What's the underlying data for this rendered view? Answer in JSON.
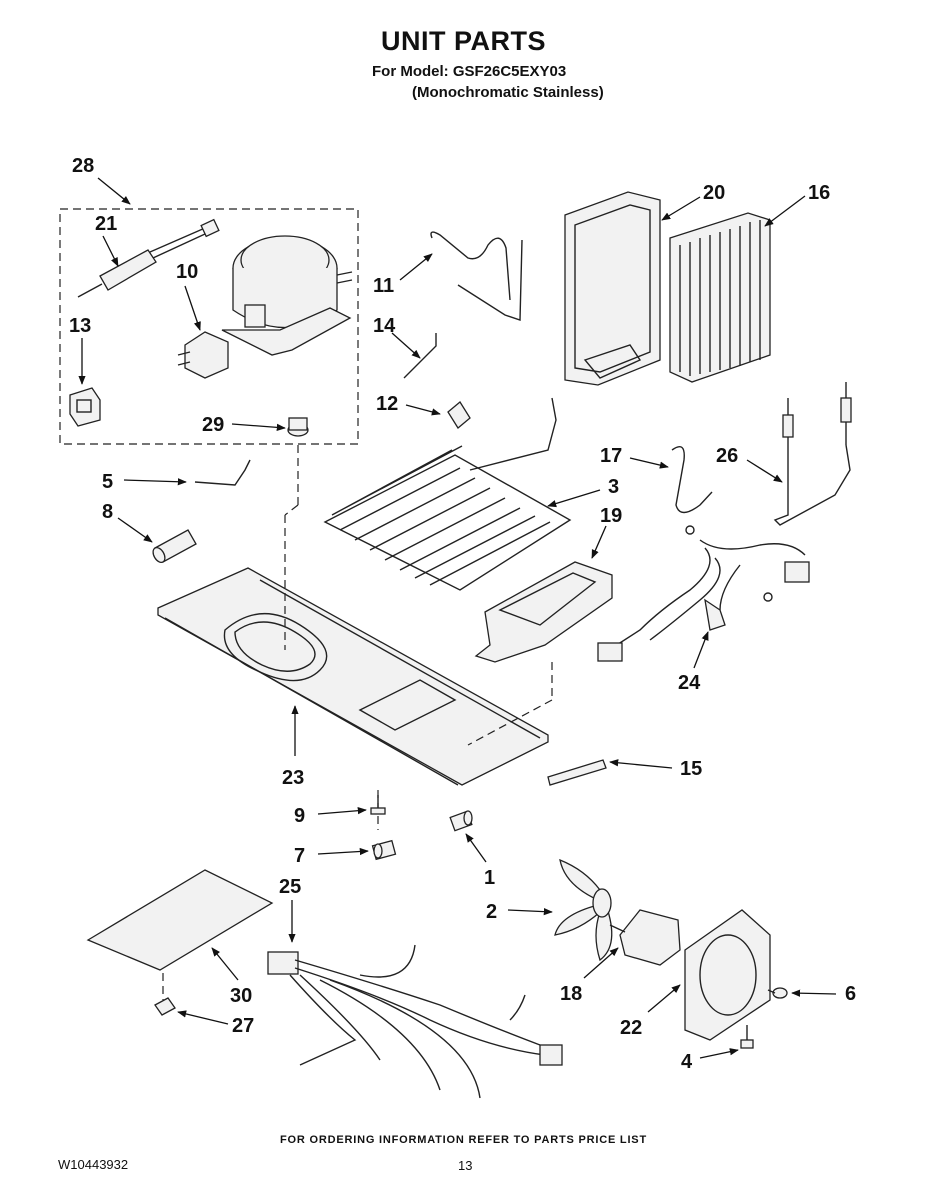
{
  "header": {
    "title": "UNIT PARTS",
    "model_line": "For Model: GSF26C5EXY03",
    "variant_line": "(Monochromatic Stainless)"
  },
  "footer": {
    "ordering_note": "FOR ORDERING INFORMATION REFER TO PARTS PRICE LIST",
    "document_number": "W10443932",
    "page_number": "13"
  },
  "callouts": {
    "p1": "1",
    "p2": "2",
    "p3": "3",
    "p4": "4",
    "p5": "5",
    "p6": "6",
    "p7": "7",
    "p8": "8",
    "p9": "9",
    "p10": "10",
    "p11": "11",
    "p12": "12",
    "p13": "13",
    "p14": "14",
    "p15": "15",
    "p16": "16",
    "p17": "17",
    "p18": "18",
    "p19": "19",
    "p20": "20",
    "p21": "21",
    "p22": "22",
    "p23": "23",
    "p24": "24",
    "p25": "25",
    "p26": "26",
    "p27": "27",
    "p28": "28",
    "p29": "29",
    "p30": "30"
  }
}
